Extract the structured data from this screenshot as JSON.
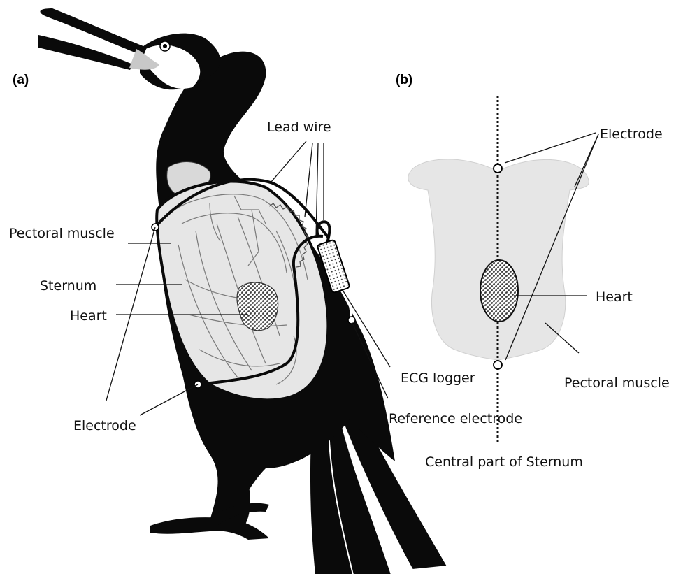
{
  "panels": {
    "a": "(a)",
    "b": "(b)"
  },
  "labels_a": {
    "lead_wire": "Lead wire",
    "pectoral_muscle": "Pectoral muscle",
    "sternum": "Sternum",
    "heart": "Heart",
    "electrode": "Electrode",
    "ecg_logger": "ECG logger",
    "reference_electrode": "Reference electrode"
  },
  "labels_b": {
    "electrode": "Electrode",
    "heart": "Heart",
    "pectoral_muscle": "Pectoral muscle",
    "central_sternum": "Central part of Sternum"
  },
  "colors": {
    "bird_body": "#0a0a0a",
    "muscle_fill": "#e6e6e6",
    "heart_pattern": "#333333",
    "background": "#ffffff"
  }
}
